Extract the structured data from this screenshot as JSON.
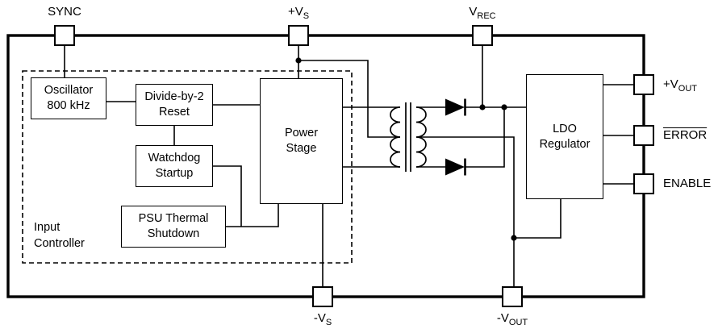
{
  "diagram": {
    "pins": {
      "sync": {
        "label": "SYNC"
      },
      "vs_plus": {
        "prefix": "+V",
        "sub": "S"
      },
      "vrec": {
        "prefix": "V",
        "sub": "REC"
      },
      "vs_minus": {
        "prefix": "-V",
        "sub": "S"
      },
      "vout_minus": {
        "prefix": "-V",
        "sub": "OUT"
      },
      "vout_plus": {
        "prefix": "+V",
        "sub": "OUT"
      },
      "error": {
        "label": "ERROR"
      },
      "enable": {
        "label": "ENABLE"
      }
    },
    "blocks": {
      "oscillator": {
        "line1": "Oscillator",
        "line2": "800 kHz"
      },
      "divide_by_2": {
        "line1": "Divide-by-2",
        "line2": "Reset"
      },
      "watchdog": {
        "line1": "Watchdog",
        "line2": "Startup"
      },
      "psu_thermal": {
        "line1": "PSU Thermal",
        "line2": "Shutdown"
      },
      "power_stage": {
        "line1": "Power",
        "line2": "Stage"
      },
      "ldo": {
        "line1": "LDO",
        "line2": "Regulator"
      },
      "input_controller": {
        "line1": "Input",
        "line2": "Controller"
      }
    },
    "colors": {
      "line": "#000000",
      "background": "#ffffff"
    }
  }
}
